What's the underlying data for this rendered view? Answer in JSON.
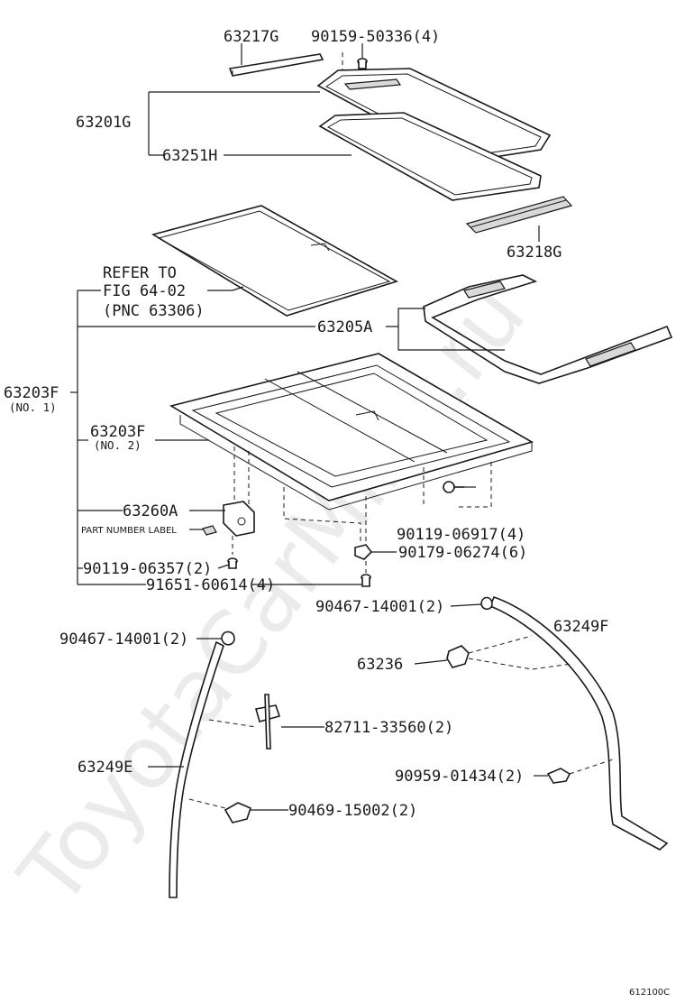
{
  "diagram": {
    "watermark": "ToyotaCarMine.ru",
    "figure_code": "612100C",
    "labels": {
      "p63217G": "63217G",
      "p90159": "90159-50336(4)",
      "p63201G": "63201G",
      "p63251H": "63251H",
      "p63218G": "63218G",
      "refer1": "REFER TO",
      "refer2": "FIG 64-02",
      "refer3": "(PNC 63306)",
      "p63205A": "63205A",
      "p63203F_1": "63203F",
      "no1": "(NO. 1)",
      "p63203F_2": "63203F",
      "no2": "(NO. 2)",
      "p63260A": "63260A",
      "part_number_label": "PART NUMBER LABEL",
      "p90119_06917": "90119-06917(4)",
      "p90179": "90179-06274(6)",
      "p90119_06357": "90119-06357(2)",
      "p91651": "91651-60614(4)",
      "p90467_right": "90467-14001(2)",
      "p63249F": "63249F",
      "p90467_left": "90467-14001(2)",
      "p63236": "63236",
      "p82711": "82711-33560(2)",
      "p63249E": "63249E",
      "p90959": "90959-01434(2)",
      "p90469": "90469-15002(2)"
    }
  }
}
